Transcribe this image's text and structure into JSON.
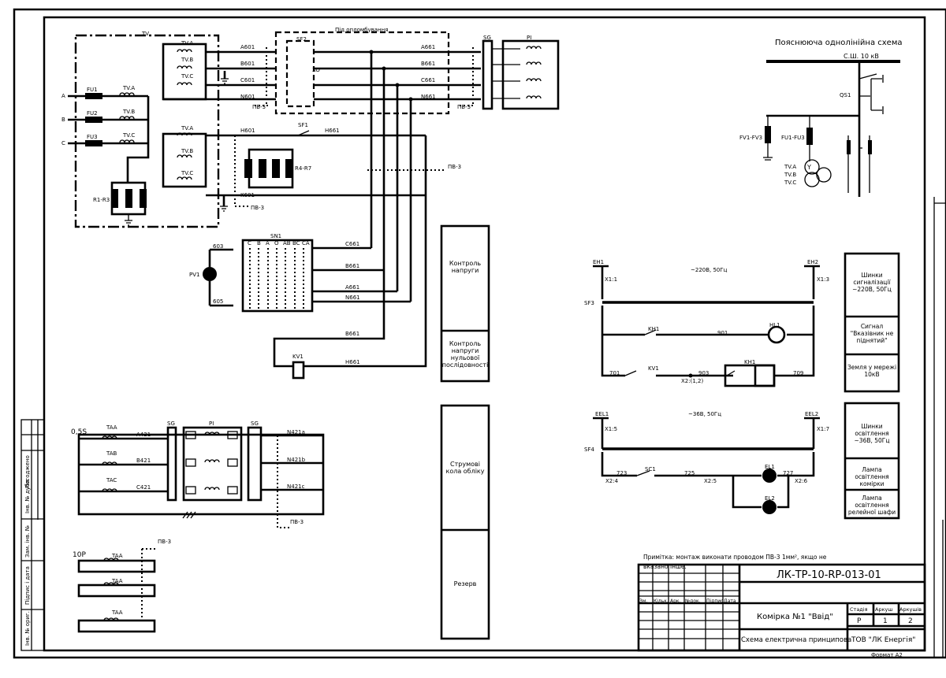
{
  "title": "Пояснююча однолінійна схема",
  "bus_label": "С.Ш. 10 кВ",
  "seal_note": "Під опломбування",
  "pv3": "ПВ-3",
  "pv3_sub": "1",
  "pv3_sub2": "2",
  "pv3_mm": "1мм",
  "single_line": {
    "qs": "QS1",
    "fv": "FV1-FV3",
    "fu": "FU1-FU3",
    "tva": "TV.A",
    "tvb": "TV.B",
    "tvc": "TV.C"
  },
  "tv": {
    "frame": "TV",
    "fuses": [
      "FU1",
      "FU2",
      "FU3"
    ],
    "phases": [
      "A",
      "B",
      "C"
    ],
    "windings": [
      "TV.A",
      "TV.B",
      "TV.C"
    ],
    "r1": "R1-R3",
    "r4": "R4-R7",
    "sf2": "SF2",
    "sf1": "SF1",
    "xo": "XO",
    "sn1": "SN1",
    "pv1": "PV1",
    "kv1": "KV1",
    "sg": "SG",
    "pi": "PI",
    "sn_cols": [
      "C",
      "B",
      "A",
      "O",
      "AB",
      "BC",
      "CA"
    ],
    "wires": {
      "a601": "A601",
      "b601": "B601",
      "c601": "C601",
      "n601": "N601",
      "h601": "H601",
      "k601": "K601",
      "a661": "A661",
      "b661": "B661",
      "c661": "C661",
      "n661": "N661",
      "h661": "H661",
      "w603": "603",
      "w605": "605"
    }
  },
  "ct": {
    "class1": "0,5S",
    "class2": "10P",
    "taa": "TAA",
    "tab": "TAB",
    "tac": "TAC",
    "wires": [
      "A421",
      "B421",
      "C421"
    ],
    "returns": [
      "N421a",
      "N421b",
      "N421c"
    ],
    "sg": "SG",
    "pi": "PI"
  },
  "signal": {
    "eh1": "EH1",
    "eh2": "EH2",
    "x11": "X1:1",
    "x13": "X1:3",
    "voltage": "~220В, 50Гц",
    "sf3": "SF3",
    "kh1": "KH1",
    "kv1": "KV1",
    "hl": "HL1",
    "w901": "901",
    "w701": "701",
    "w903": "903",
    "w709": "709",
    "x2": "X2:(1,2)"
  },
  "lighting": {
    "eel1": "EEL1",
    "eel2": "EEL2",
    "x15": "X1:5",
    "x17": "X1:7",
    "voltage": "~36В, 50Гц",
    "sf4": "SF4",
    "sc1": "SC1",
    "el1": "EL1",
    "el2": "EL2",
    "w723": "723",
    "w725": "725",
    "w727": "727",
    "x24": "X2:4",
    "x25": "X2:5",
    "x26": "X2:6"
  },
  "mid_legend": [
    "Контроль напруги",
    "Контроль напруги нульової послідовності",
    "Струмові кола обліку",
    "Резерв"
  ],
  "right_legend": [
    "Шинки сигналізації ~220В, 50Гц",
    "Сигнал \"Вказівник не піднятий\"",
    "Земля у мережі 10кВ",
    "Шинки освітлення ~36В, 50Гц",
    "Лампа освітлення комірки",
    "Лампа освітлення релейної шафи"
  ],
  "note": "Примітка: монтаж виконати проводом ПВ-3 1мм², якщо не вказано інше.",
  "stamp": {
    "code": "ЛК-ТР-10-RP-013-01",
    "name": "Комірка №1 \"Ввід\"",
    "doc": "Схема електрична принципова",
    "org": "ТОВ \"ЛК Енергія\"",
    "stage_h": "Стадія",
    "sheet_h": "Аркуш",
    "sheets_h": "Аркушів",
    "stage": "Р",
    "sheet": "1",
    "sheets": "2",
    "cols": [
      "Зм.",
      "Кільк.",
      "Арк.",
      "№док.",
      "Підпис",
      "Дата"
    ],
    "format": "Формат А2"
  },
  "side_stamp": [
    "Погоджено",
    "Інв. № ориг.",
    "Підпис і дата",
    "Зам. інв. №",
    "Інв. № дубл."
  ]
}
